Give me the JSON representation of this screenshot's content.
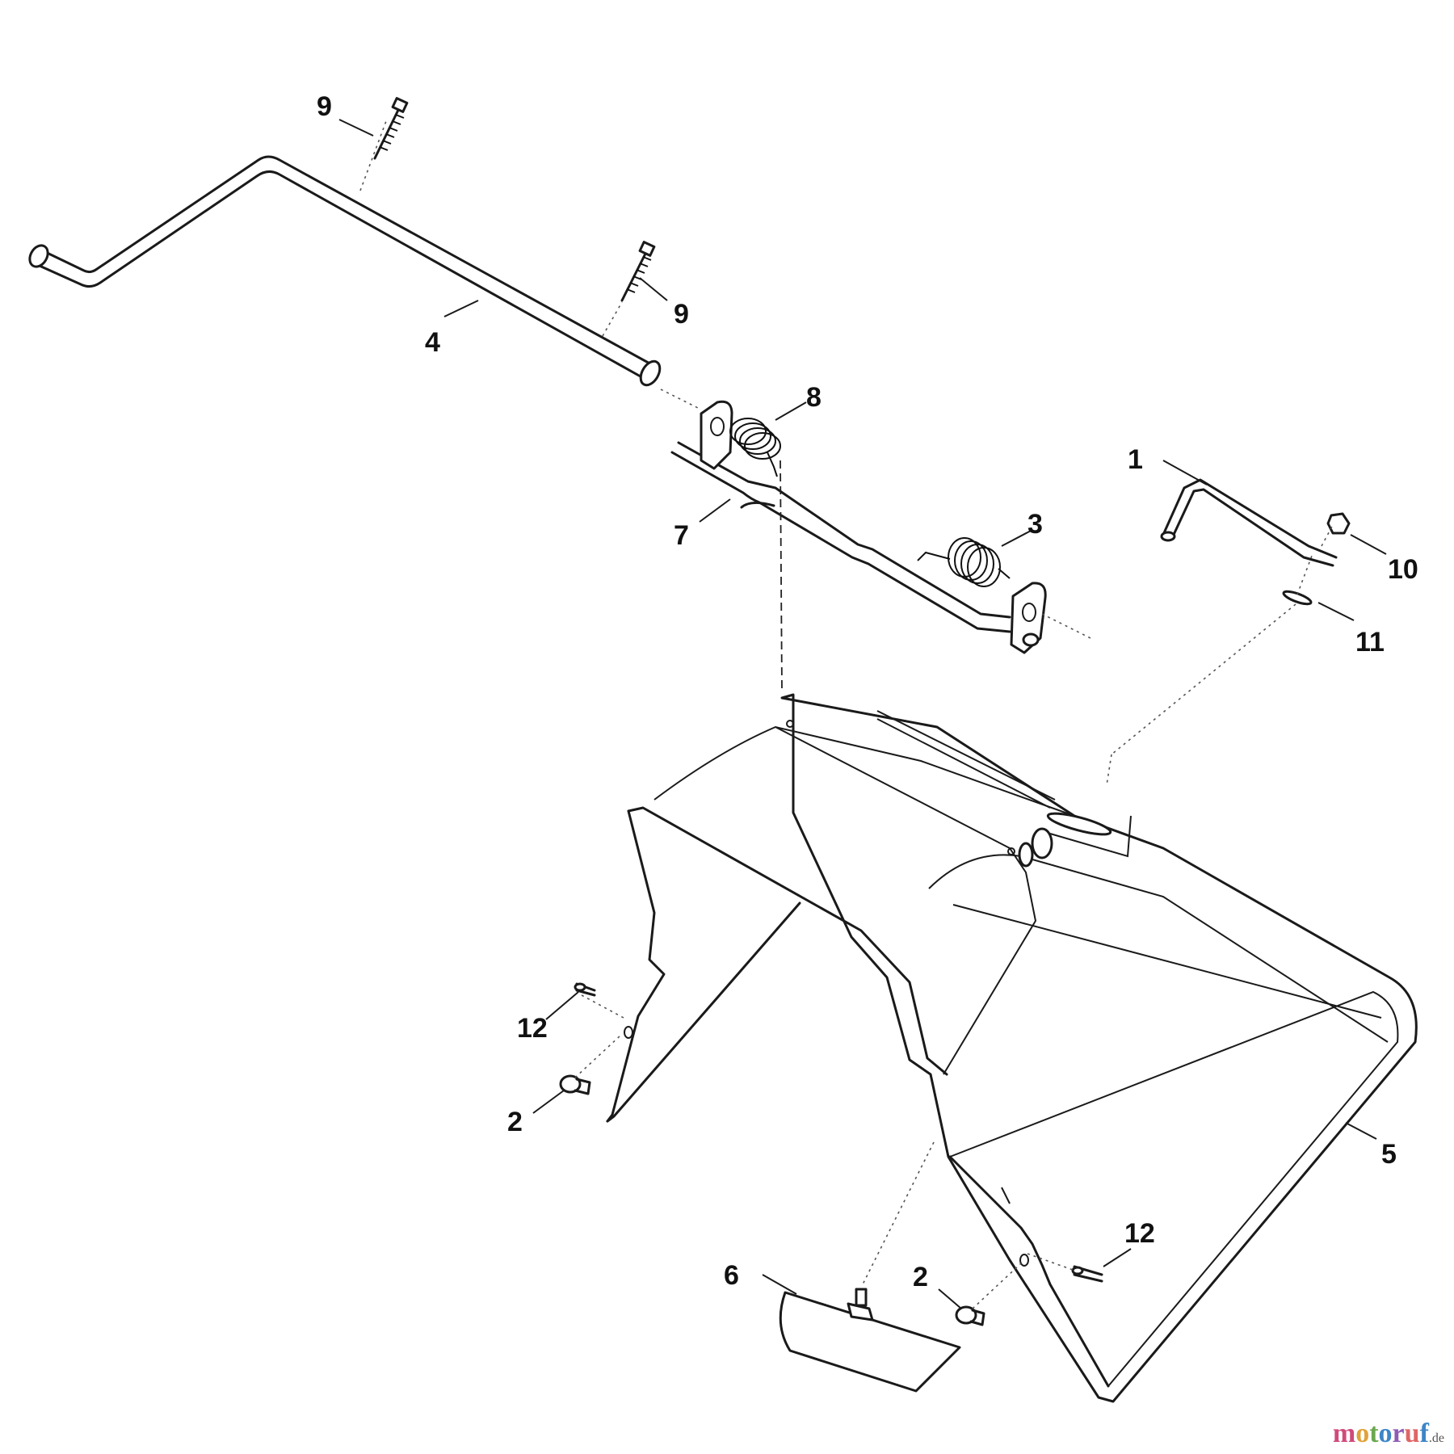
{
  "diagram": {
    "callouts": {
      "c1": "1",
      "c2a": "2",
      "c2b": "2",
      "c3": "3",
      "c4": "4",
      "c5": "5",
      "c6": "6",
      "c7": "7",
      "c8": "8",
      "c9a": "9",
      "c9b": "9",
      "c10": "10",
      "c11": "11",
      "c12a": "12",
      "c12b": "12"
    },
    "watermark": {
      "brand_parts": [
        "m",
        "o",
        "t",
        "o",
        "r",
        "u",
        "f"
      ],
      "suffix": ".de"
    }
  }
}
